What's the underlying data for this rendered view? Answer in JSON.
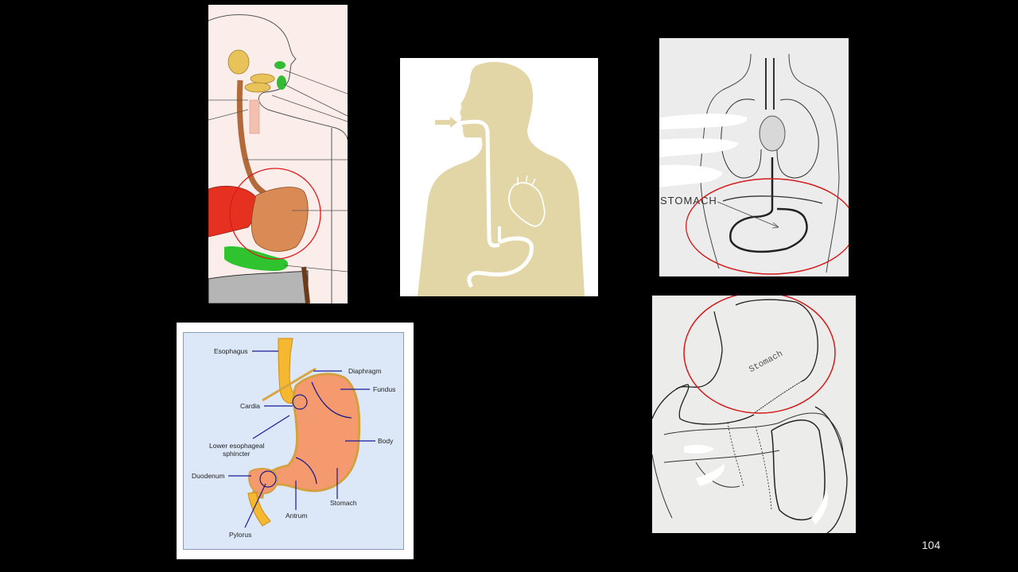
{
  "slide": {
    "number": "104",
    "background": "#000000"
  },
  "images": {
    "digestive_system": {
      "description": "Colored digestive system diagram with stomach circled in red",
      "highlight_color": "#e0191b"
    },
    "silhouette": {
      "description": "Beige human silhouette showing esophagus path to stomach and heart",
      "fill_color": "#e2d6a6"
    },
    "sketch_torso": {
      "label": "STOMACH",
      "highlight_color": "#d41a1a"
    },
    "stomach_labeled": {
      "background": "#dce8f8",
      "labels": {
        "esophagus": "Esophagus",
        "diaphragm": "Diaphragm",
        "fundus": "Fundus",
        "cardia": "Cardia",
        "les_line1": "Lower esophageal",
        "les_line2": "sphincter",
        "body": "Body",
        "duodenum": "Duodenum",
        "stomach": "Stomach",
        "antrum": "Antrum",
        "pylorus": "Pylorus"
      }
    },
    "abdominal_sketch": {
      "label": "Stomach",
      "highlight_color": "#d41a1a"
    }
  }
}
